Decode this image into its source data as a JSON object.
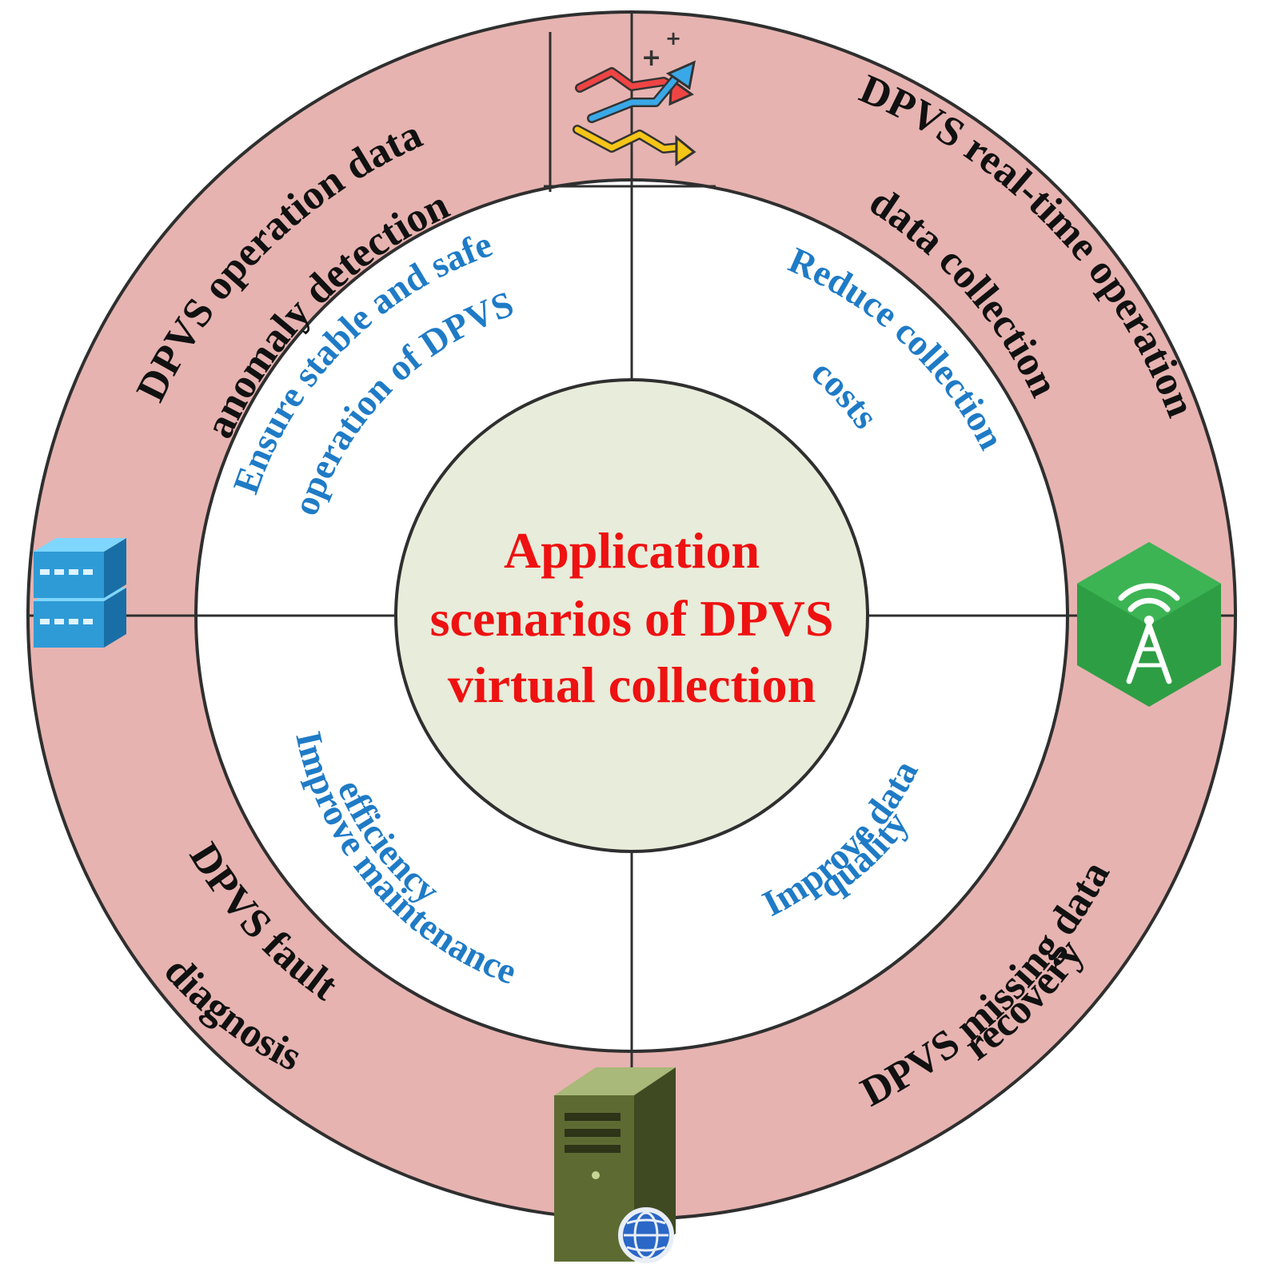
{
  "center": {
    "lines": [
      "Application",
      "scenarios of DPVS",
      "virtual collection"
    ]
  },
  "inner": {
    "top_left": [
      "Ensure stable and safe",
      "operation of DPVS"
    ],
    "top_right": [
      "Reduce collection",
      "costs"
    ],
    "bottom_left": [
      "Improve maintenance",
      "efficiency"
    ],
    "bottom_right": [
      "Improve data",
      "quality"
    ]
  },
  "outer": {
    "top_left": [
      "DPVS operation data",
      "anomaly detection"
    ],
    "top_right": [
      "DPVS real-time operation",
      "data collection"
    ],
    "bottom_left": [
      "DPVS fault",
      "diagnosis"
    ],
    "bottom_right": [
      "DPVS missing data",
      "recovery"
    ]
  },
  "colors": {
    "outer_ring": "#e6b3b0",
    "inner_ring": "#ffffff",
    "center_disc": "#e8ecda",
    "outer_text": "#111111",
    "inner_text": "#1f7bc6",
    "center_text": "#ee1111",
    "divider": "#2f2f2f"
  },
  "icons": [
    "trend-chart-icon",
    "network-switch-icon",
    "signal-tower-icon",
    "server-globe-icon"
  ]
}
